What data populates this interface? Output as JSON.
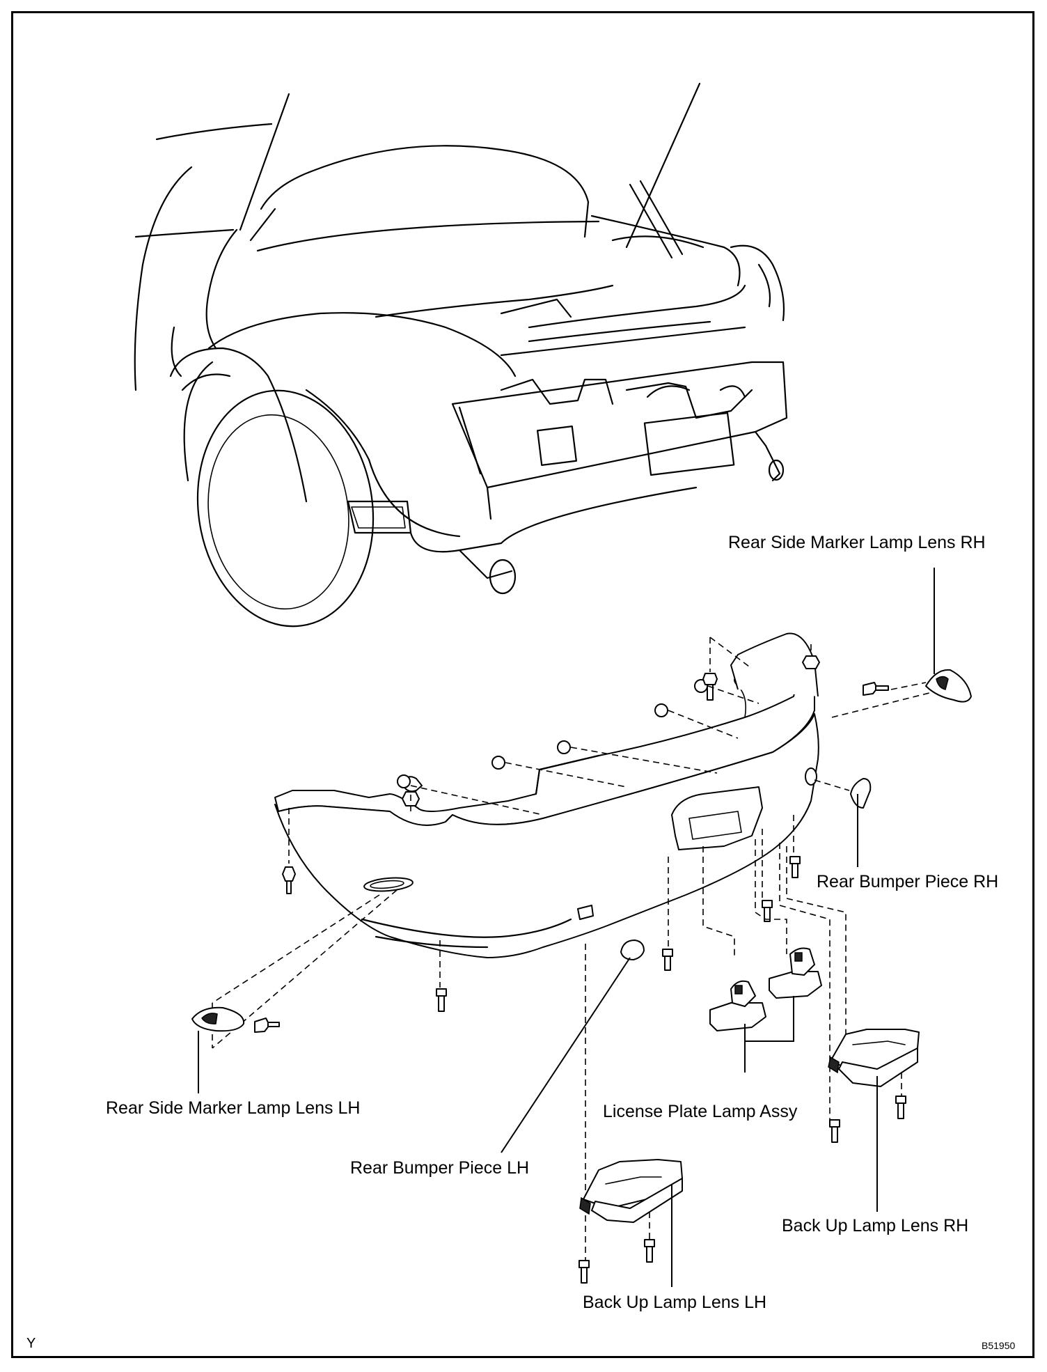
{
  "labels": {
    "rear_side_marker_rh": "Rear Side Marker Lamp Lens RH",
    "rear_side_marker_lh": "Rear Side Marker Lamp Lens LH",
    "rear_bumper_piece_rh": "Rear Bumper Piece RH",
    "rear_bumper_piece_lh": "Rear Bumper Piece LH",
    "license_plate_lamp": "License Plate Lamp Assy",
    "back_up_lamp_rh": "Back Up Lamp Lens RH",
    "back_up_lamp_lh": "Back Up Lamp Lens LH"
  },
  "corner_marks": {
    "bottom_left": "Y",
    "bottom_right": "B51950"
  }
}
